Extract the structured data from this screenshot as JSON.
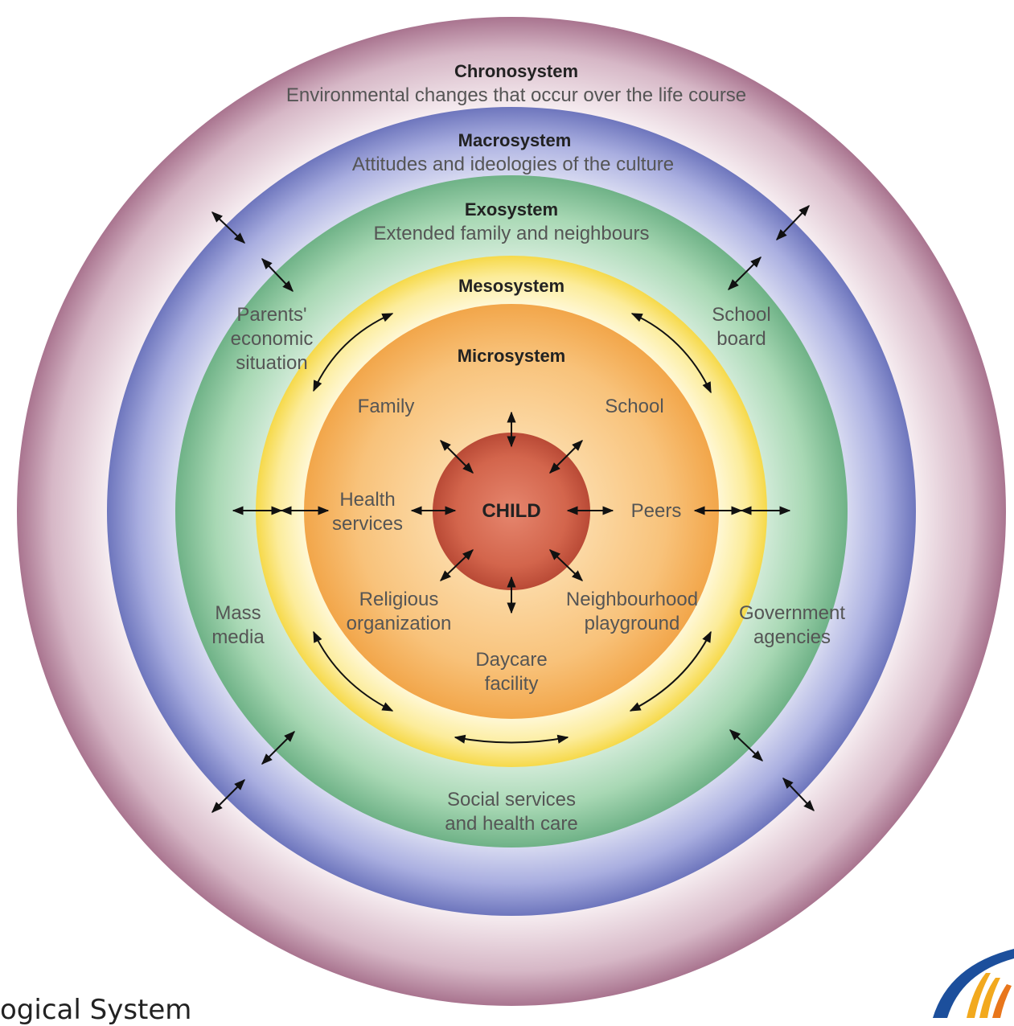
{
  "rings": {
    "chronosystem": {
      "title": "Chronosystem",
      "subtitle": "Environmental changes that occur over the life course"
    },
    "macrosystem": {
      "title": "Macrosystem",
      "subtitle": "Attitudes and ideologies of the culture"
    },
    "exosystem": {
      "title": "Exosystem",
      "subtitle": "Extended family and neighbours"
    },
    "mesosystem": {
      "title": "Mesosystem"
    },
    "microsystem": {
      "title": "Microsystem"
    }
  },
  "center": {
    "label": "CHILD"
  },
  "micro_items": {
    "family": "Family",
    "school": "School",
    "health_1": "Health",
    "health_2": "services",
    "peers": "Peers",
    "religious_1": "Religious",
    "religious_2": "organization",
    "neighbourhood_1": "Neighbourhood",
    "neighbourhood_2": "playground",
    "daycare_1": "Daycare",
    "daycare_2": "facility"
  },
  "exo_items": {
    "parents_1": "Parents'",
    "parents_2": "economic",
    "parents_3": "situation",
    "school_board_1": "School",
    "school_board_2": "board",
    "mass_media_1": "Mass",
    "mass_media_2": "media",
    "government_1": "Government",
    "government_2": "agencies",
    "social_1": "Social services",
    "social_2": "and health care"
  },
  "footer": {
    "text": "ogical System"
  },
  "colors": {
    "chrono": "#a9748f",
    "macro": "#7a82c4",
    "exo": "#72b78a",
    "meso": "#f6d94a",
    "micro": "#f2a64a",
    "child": "#c8553d"
  }
}
